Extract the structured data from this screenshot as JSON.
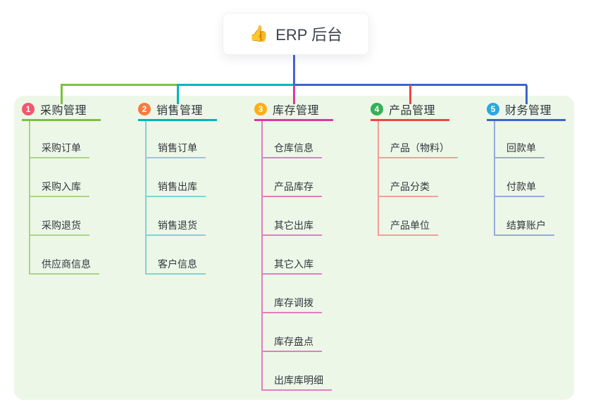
{
  "root": {
    "label": "ERP 后台",
    "icon_emoji": "👍"
  },
  "colors": {
    "page_background": "#ffffff",
    "panel_background": "#edf7e8",
    "root_card_background": "#ffffff",
    "root_connector": "#4c5fd3",
    "text_dark": "#33373d"
  },
  "branches": [
    {
      "num": "1",
      "label": "采购管理",
      "badge_color": "#f4566e",
      "line_color": "#7cc142",
      "child_line_color": "#abd389",
      "children": [
        "采购订单",
        "采购入库",
        "采购退货",
        "供应商信息"
      ]
    },
    {
      "num": "2",
      "label": "销售管理",
      "badge_color": "#f67b3e",
      "line_color": "#00b5bd",
      "child_line_color": "#7fd3d6",
      "children": [
        "销售订单",
        "销售出库",
        "销售退货",
        "客户信息"
      ]
    },
    {
      "num": "3",
      "label": "库存管理",
      "badge_color": "#ffae14",
      "line_color": "#d63d9e",
      "child_line_color": "#e37dbf",
      "children": [
        "仓库信息",
        "产品库存",
        "其它出库",
        "其它入库",
        "库存调拨",
        "库存盘点",
        "出库库明细"
      ]
    },
    {
      "num": "4",
      "label": "产品管理",
      "badge_color": "#33b157",
      "line_color": "#ee4646",
      "child_line_color": "#f49e97",
      "children": [
        "产品（物料）",
        "产品分类",
        "产品单位"
      ]
    },
    {
      "num": "5",
      "label": "财务管理",
      "badge_color": "#2ba7e1",
      "line_color": "#3f63ce",
      "child_line_color": "#98a9de",
      "children": [
        "回款单",
        "付款单",
        "结算账户"
      ]
    }
  ]
}
